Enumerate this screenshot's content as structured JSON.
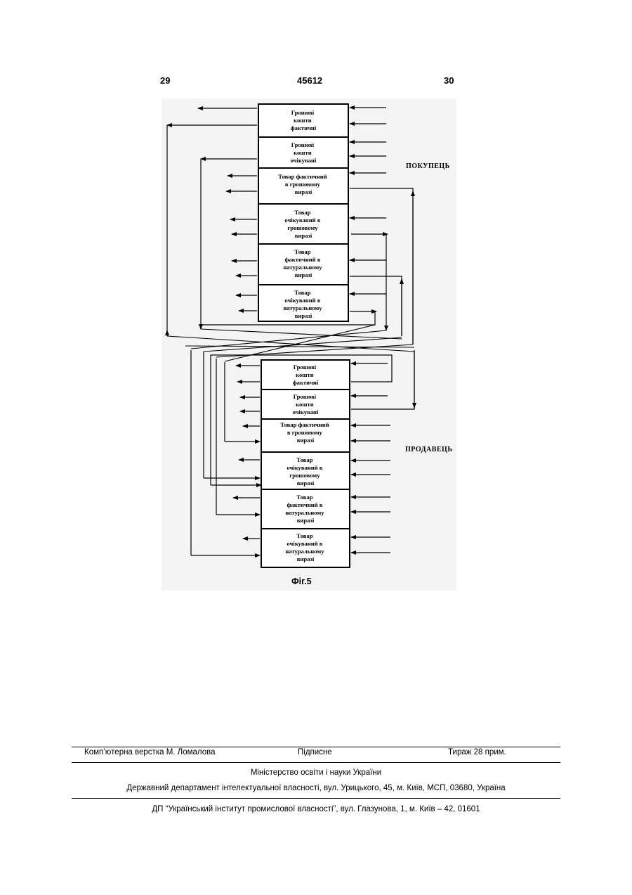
{
  "header": {
    "page_left": "29",
    "patent_number": "45612",
    "page_right": "30"
  },
  "figure": {
    "buyer_label": "ПОКУПЕЦЬ",
    "seller_label": "ПРОДАВЕЦЬ",
    "caption": "Фіг.5",
    "buyer_boxes": [
      [
        "Грошові",
        "кошти",
        "фактичні"
      ],
      [
        "Грошові",
        "кошти",
        "очікувані"
      ],
      [
        "Товар фактичний",
        "в грошовому",
        "виразі"
      ],
      [
        "Товар",
        "очікуваний в",
        "грошовому",
        "виразі"
      ],
      [
        "Товар",
        "фактичний в",
        "натуральному",
        "виразі"
      ],
      [
        "Товар",
        "очікуваний в",
        "натуральному",
        "виразі"
      ]
    ],
    "seller_boxes": [
      [
        "Грошові",
        "кошти",
        "фактичні"
      ],
      [
        "Грошові",
        "кошти",
        "очікувані"
      ],
      [
        "Товар фактичний",
        "в грошовому",
        "виразі"
      ],
      [
        "Товар",
        "очікуваний в",
        "грошовому",
        "виразі"
      ],
      [
        "Товар",
        "фактичний в",
        "натуральному",
        "виразі"
      ],
      [
        "Товар",
        "очікуваний в",
        "натуральному",
        "виразі"
      ]
    ]
  },
  "footer": {
    "typesetting": "Комп’ютерна верстка М. Ломалова",
    "signed": "Підписне",
    "circulation": "Тираж 28 прим.",
    "ministry": "Міністерство освіти і науки України",
    "department": "Державний департамент інтелектуальної власності, вул. Урицького, 45, м. Київ, МСП, 03680, Україна",
    "institute": "ДП “Український інститут промислової власності”, вул. Глазунова, 1, м. Київ – 42, 01601"
  }
}
